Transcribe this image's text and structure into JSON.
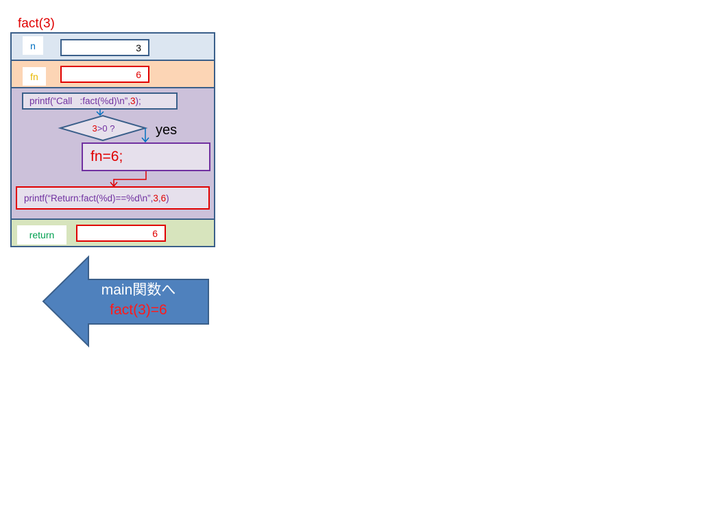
{
  "frame": {
    "title": "fact(3)",
    "n": {
      "label": "n",
      "value": "3"
    },
    "fn": {
      "label": "fn",
      "value": "6"
    },
    "body": {
      "call_prefix": "printf(“Call   :fact(%d)\\n”, ",
      "call_arg": "3",
      "call_suffix": ");",
      "cond_var": "3",
      "cond_rest": ">0 ?",
      "yes_label": "yes",
      "assign": "fn=6;",
      "ret_prefix": "printf(“Return:fact(%d)==%d\\n”,",
      "ret_arg1": "3",
      "ret_comma": ",",
      "ret_arg2": "6",
      "ret_suffix": ")"
    },
    "return": {
      "label": "return",
      "value": "6"
    }
  },
  "back_arrow": {
    "line1": "main関数へ",
    "line2": "fact(3)=6",
    "fill": "#4f81bd",
    "stroke": "#3a5f8a"
  },
  "colors": {
    "n_row": "#dce6f1",
    "fn_row": "#fcd5b5",
    "body_row": "#ccc1da",
    "return_row": "#d7e4bd",
    "accent_red": "#e00000",
    "border_blue": "#3a5f8a",
    "purple": "#7030a0"
  }
}
